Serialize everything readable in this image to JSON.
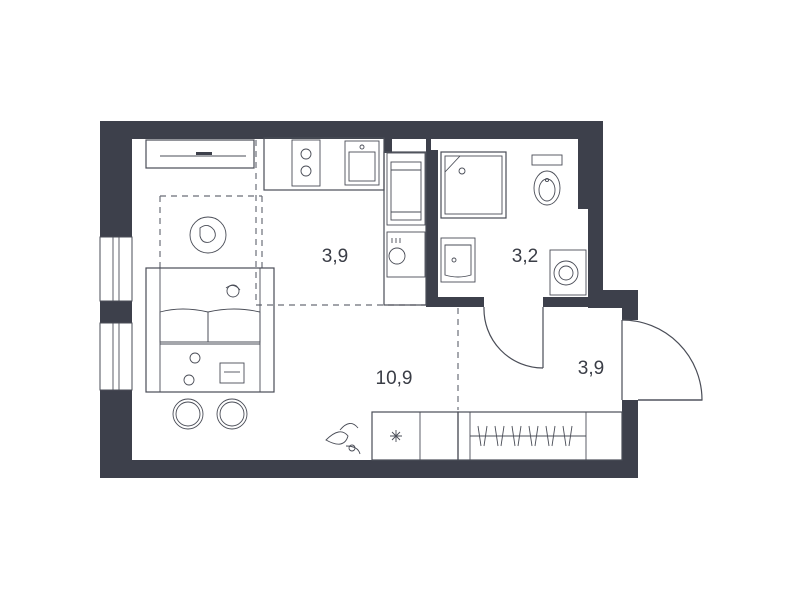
{
  "rooms": {
    "kitchen": {
      "area": "3,9"
    },
    "bathroom": {
      "area": "3,2"
    },
    "living": {
      "area": "10,9"
    },
    "hallway": {
      "area": "3,9"
    }
  },
  "colors": {
    "wall": "#3d404b",
    "fixture_stroke": "#4a4d57",
    "background": "#ffffff"
  }
}
